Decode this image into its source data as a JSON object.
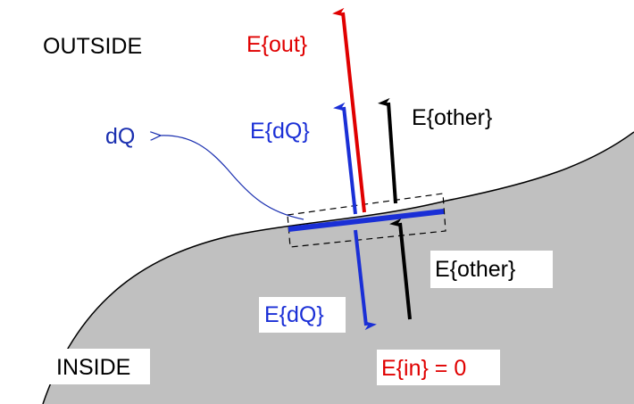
{
  "labels": {
    "outside": "OUTSIDE",
    "inside": "INSIDE",
    "dq": "dQ",
    "e_out": "E{out}",
    "e_dq_up": "E{dQ}",
    "e_other_up": "E{other}",
    "e_other_down": "E{other}",
    "e_dq_down": "E{dQ}",
    "e_in": "E{in} = 0"
  },
  "colors": {
    "inside_fill": "#c0c0c0",
    "boundary": "#000000",
    "red": "#e00000",
    "blue": "#1a2fd6",
    "black": "#000000",
    "dark_blue_text": "#1a2fb0"
  }
}
